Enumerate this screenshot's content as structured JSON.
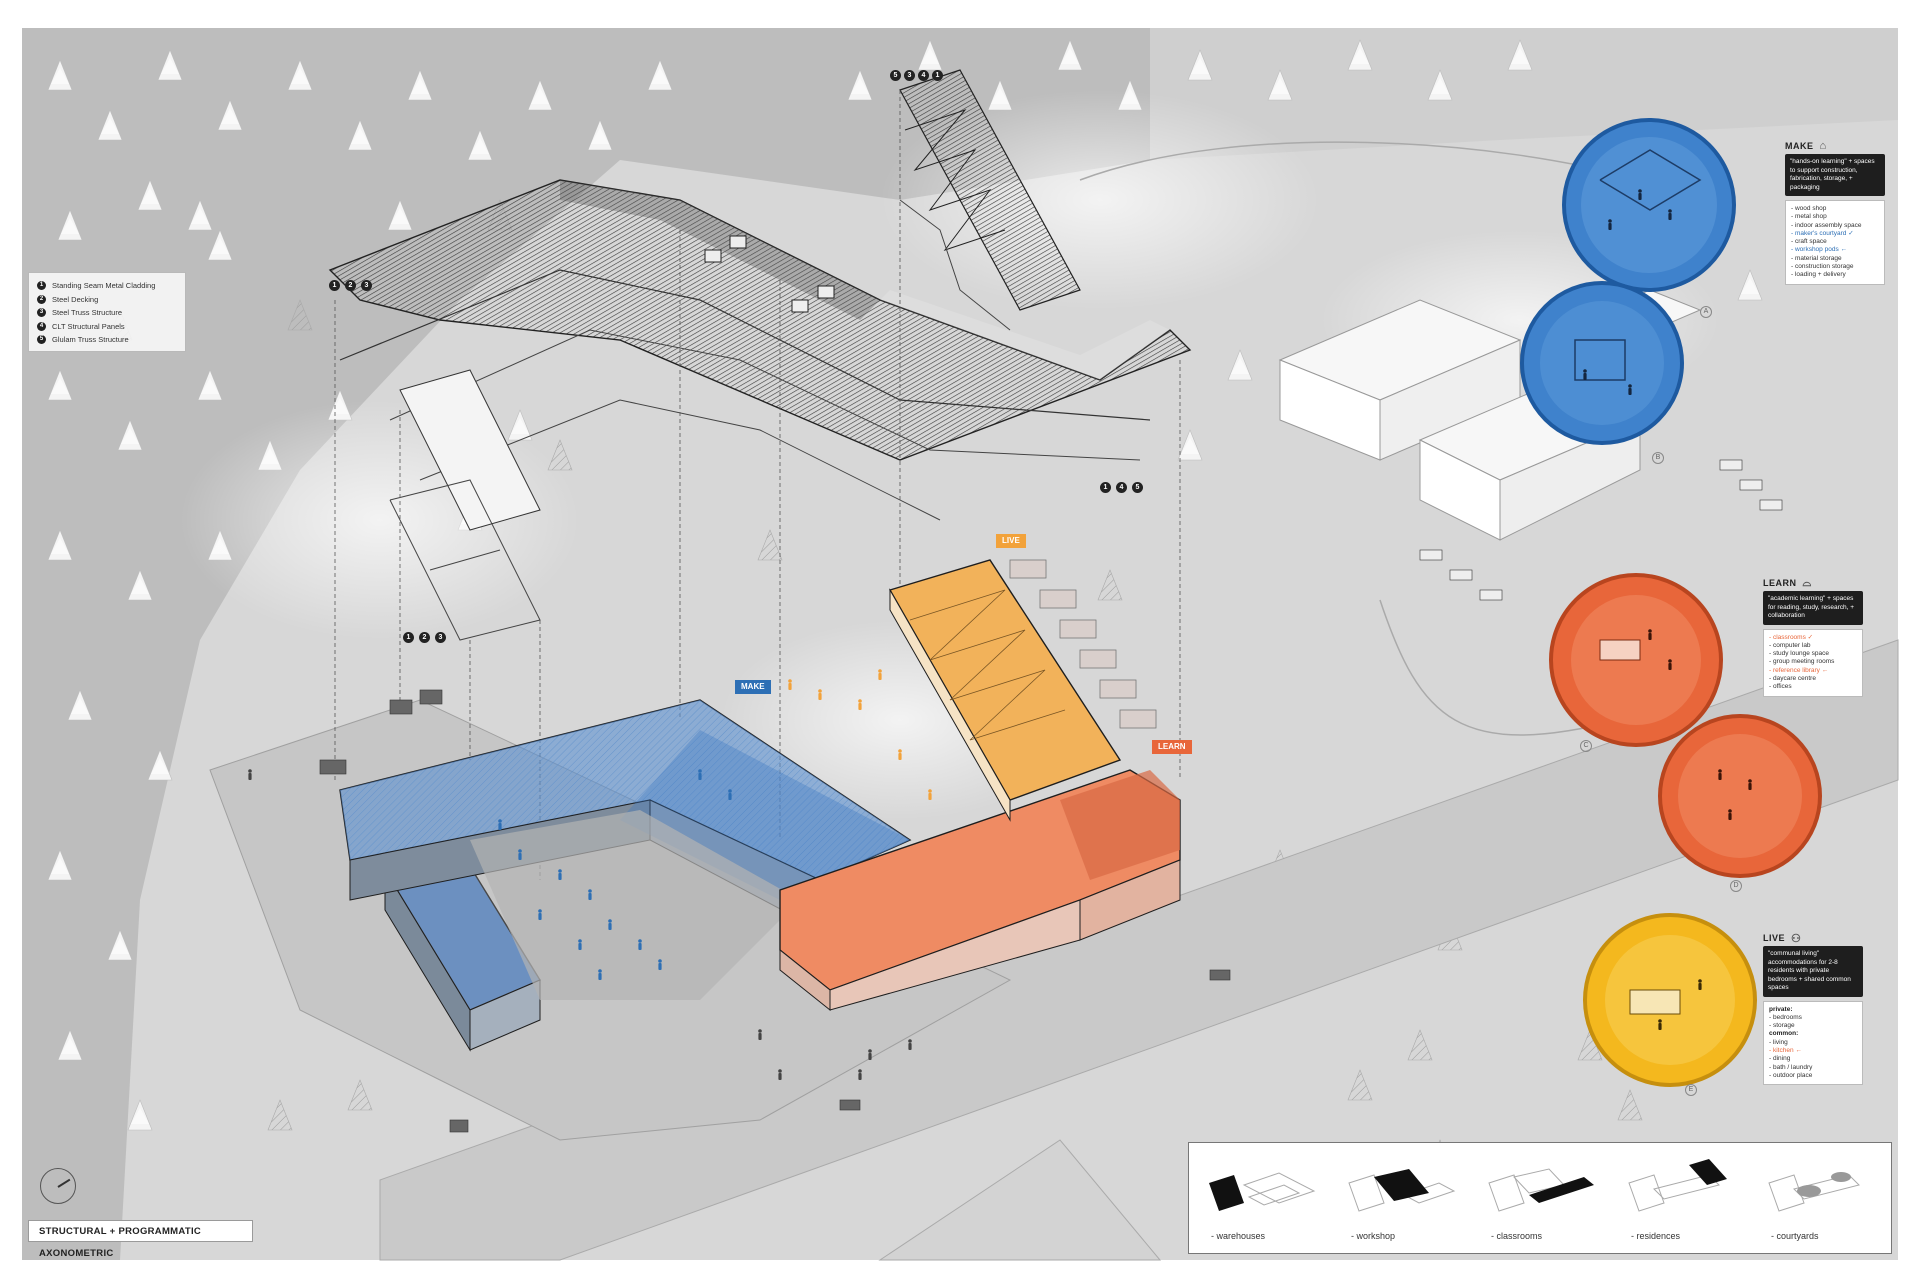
{
  "legend": {
    "items": [
      {
        "num": "1",
        "label": "Standing Seam Metal Cladding"
      },
      {
        "num": "2",
        "label": "Steel Decking"
      },
      {
        "num": "3",
        "label": "Steel Truss Structure"
      },
      {
        "num": "4",
        "label": "CLT Structural Panels"
      },
      {
        "num": "5",
        "label": "Glulam Truss Structure"
      }
    ]
  },
  "stack_labels": {
    "top_right": [
      "5",
      "3",
      "4",
      "1"
    ],
    "left_upper": [
      "1",
      "2",
      "3"
    ],
    "left_lower": [
      "1",
      "2",
      "3"
    ],
    "right_lower": [
      "1",
      "4",
      "5"
    ]
  },
  "program_tags": {
    "make": "MAKE",
    "live": "LIVE",
    "learn": "LEARN"
  },
  "vignette_letters": [
    "A",
    "B",
    "C",
    "D",
    "E"
  ],
  "make_box": {
    "title": "MAKE",
    "icon": "house-outline-icon",
    "quote": "\"hands-on learning\" + spaces to support construction, fabrication, storage, + packaging",
    "items": [
      {
        "text": "- wood shop",
        "hl": ""
      },
      {
        "text": "- metal shop",
        "hl": ""
      },
      {
        "text": "- indoor assembly space",
        "hl": ""
      },
      {
        "text": "- maker's courtyard ✓",
        "hl": "blue"
      },
      {
        "text": "- craft space",
        "hl": ""
      },
      {
        "text": "- workshop pods ←",
        "hl": "blue"
      },
      {
        "text": "- material storage",
        "hl": ""
      },
      {
        "text": "- construction storage",
        "hl": ""
      },
      {
        "text": "- loading + delivery",
        "hl": ""
      }
    ]
  },
  "learn_box": {
    "title": "LEARN",
    "icon": "lamp-icon",
    "quote": "\"academic learning\" + spaces for reading, study, research, + collaboration",
    "items": [
      {
        "text": "- classrooms ✓",
        "hl": "orange"
      },
      {
        "text": "- computer lab",
        "hl": ""
      },
      {
        "text": "- study lounge space",
        "hl": ""
      },
      {
        "text": "- group meeting rooms",
        "hl": ""
      },
      {
        "text": "- reference library ←",
        "hl": "orange"
      },
      {
        "text": "- daycare centre",
        "hl": ""
      },
      {
        "text": "- offices",
        "hl": ""
      }
    ]
  },
  "live_box": {
    "title": "LIVE",
    "icon": "people-icon",
    "quote": "\"communal living\" accommodations for 2-8 residents with private bedrooms + shared common spaces",
    "items": [
      {
        "text": "private:",
        "hl": "head"
      },
      {
        "text": "- bedrooms",
        "hl": ""
      },
      {
        "text": "- storage",
        "hl": ""
      },
      {
        "text": "common:",
        "hl": "head"
      },
      {
        "text": "- living",
        "hl": ""
      },
      {
        "text": "- kitchen ←",
        "hl": "orange"
      },
      {
        "text": "- dining",
        "hl": ""
      },
      {
        "text": "- bath / laundry",
        "hl": ""
      },
      {
        "text": "- outdoor place",
        "hl": ""
      }
    ]
  },
  "phases": [
    {
      "label": "- warehouses"
    },
    {
      "label": "- workshop"
    },
    {
      "label": "- classrooms"
    },
    {
      "label": "- residences"
    },
    {
      "label": "- courtyards"
    }
  ],
  "title": "STRUCTURAL + PROGRAMMATIC AXONOMETRIC",
  "colors": {
    "make": "#2d6fb5",
    "learn": "#e8663a",
    "live": "#f2a23a",
    "ground": "#d9d9d9",
    "road": "#c9c9c9"
  }
}
